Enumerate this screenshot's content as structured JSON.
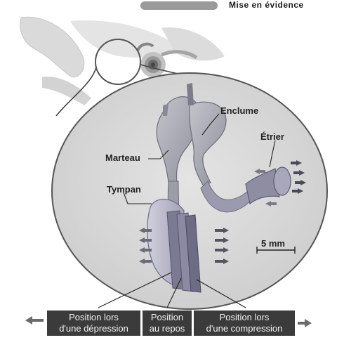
{
  "header": {
    "text": "Mise en évidence"
  },
  "labels": {
    "enclume": "Enclume",
    "etrier": "Étrier",
    "marteau": "Marteau",
    "tympan": "Tympan",
    "scale": "5 mm"
  },
  "captions": {
    "depression": {
      "line1": "Position lors",
      "line2": "d'une dépression"
    },
    "repos": {
      "line1": "Position",
      "line2": "au repos"
    },
    "compression": {
      "line1": "Position lors",
      "line2": "d'une compression"
    }
  },
  "colors": {
    "caption_bg": "#3b3b3b",
    "circle_fill": "#d9d9d9",
    "ossicle": "#9a9aa6",
    "stirrup": "#8f8da2",
    "membrane": "#b2b0c6"
  }
}
